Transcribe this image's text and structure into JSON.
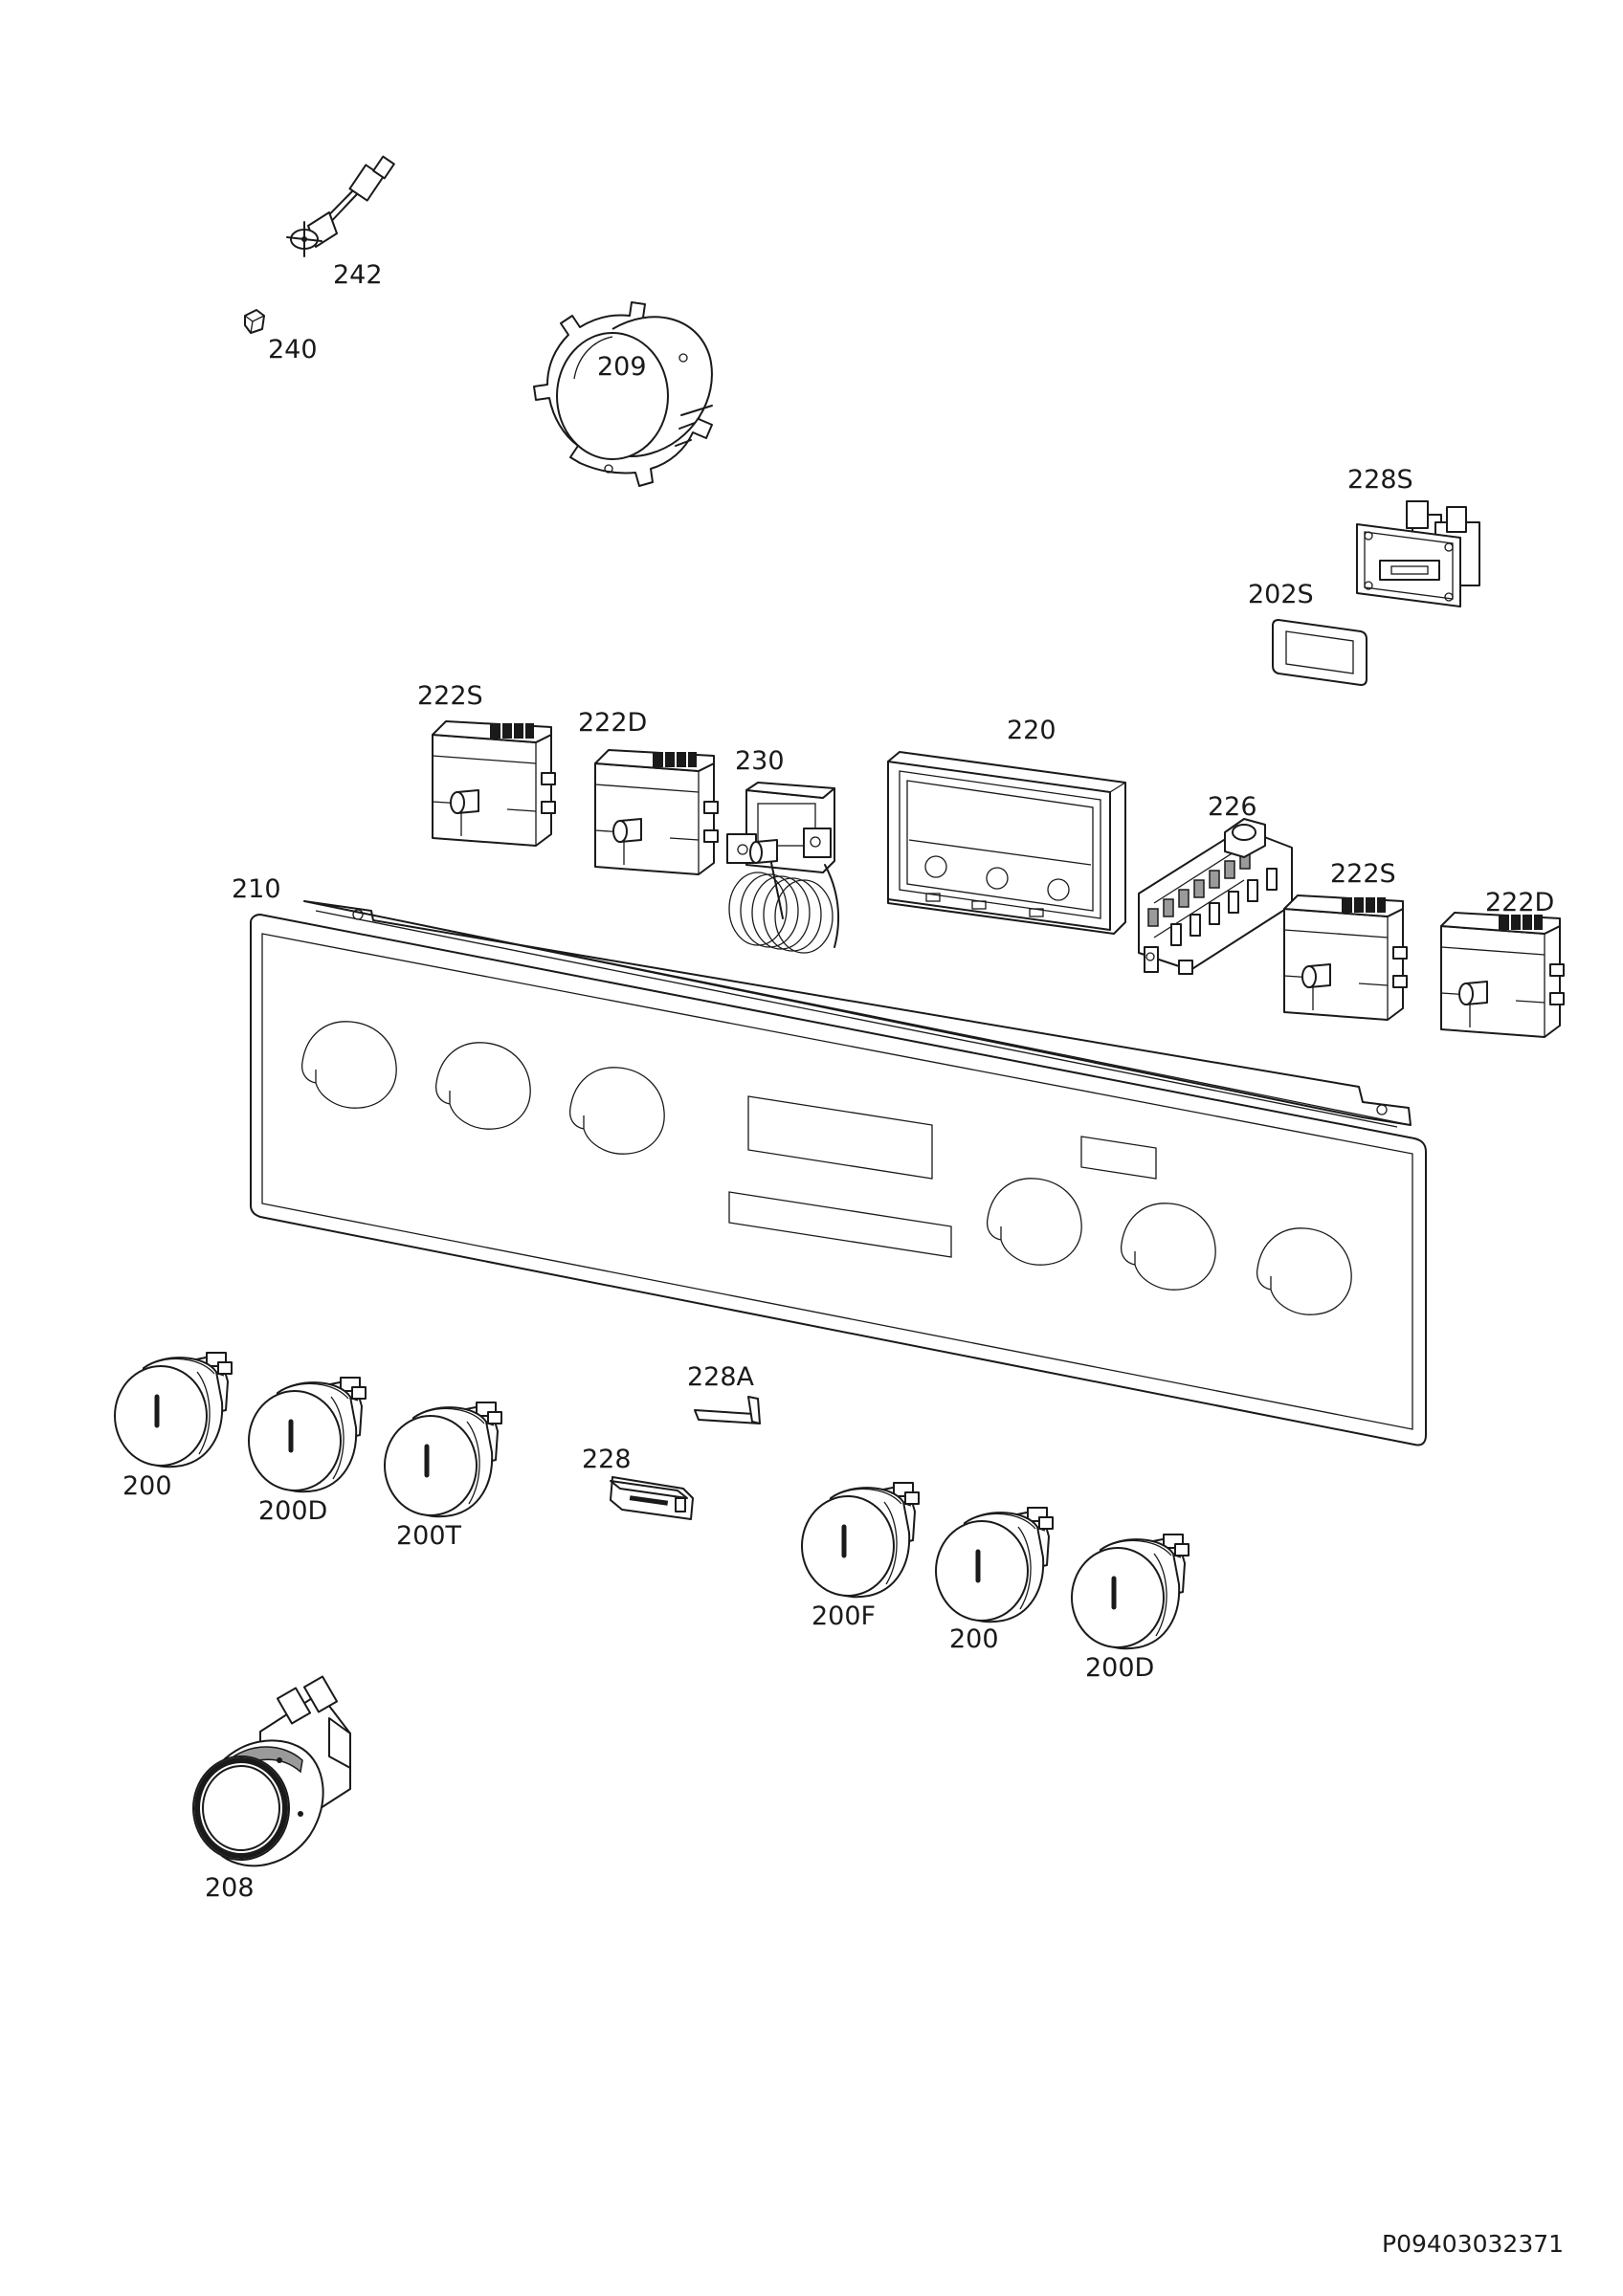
{
  "parts": [
    {
      "id": "242",
      "name": "242"
    },
    {
      "id": "240",
      "name": "240"
    },
    {
      "id": "209",
      "name": "209"
    },
    {
      "id": "228S",
      "name": "228S"
    },
    {
      "id": "202S",
      "name": "202S"
    },
    {
      "id": "222S_a",
      "name": "222S"
    },
    {
      "id": "222D_a",
      "name": "222D"
    },
    {
      "id": "230",
      "name": "230"
    },
    {
      "id": "220",
      "name": "220"
    },
    {
      "id": "226",
      "name": "226"
    },
    {
      "id": "222S_b",
      "name": "222S"
    },
    {
      "id": "222D_b",
      "name": "222D"
    },
    {
      "id": "210",
      "name": "210"
    },
    {
      "id": "228A",
      "name": "228A"
    },
    {
      "id": "228",
      "name": "228"
    },
    {
      "id": "200_a",
      "name": "200"
    },
    {
      "id": "200D_a",
      "name": "200D"
    },
    {
      "id": "200T",
      "name": "200T"
    },
    {
      "id": "200F",
      "name": "200F"
    },
    {
      "id": "200_b",
      "name": "200"
    },
    {
      "id": "200D_b",
      "name": "200D"
    },
    {
      "id": "208",
      "name": "208"
    }
  ],
  "drawing_code": "P09403032371"
}
